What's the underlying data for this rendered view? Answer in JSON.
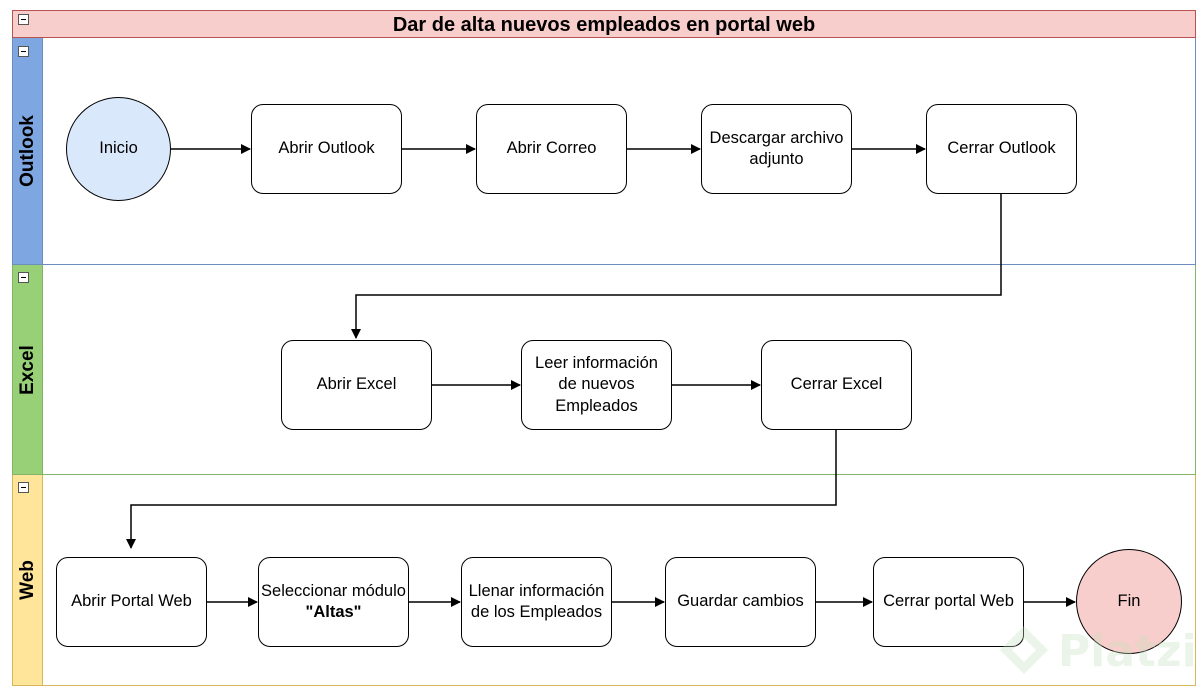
{
  "title": "Dar de alta nuevos empleados en portal web",
  "lanes": [
    {
      "id": "outlook",
      "label": "Outlook",
      "color": "#7ea6e0",
      "border": "#6c8ebf"
    },
    {
      "id": "excel",
      "label": "Excel",
      "color": "#97d077",
      "border": "#82b366"
    },
    {
      "id": "web",
      "label": "Web",
      "color": "#ffe599",
      "border": "#d6b656"
    }
  ],
  "nodes": {
    "inicio": "Inicio",
    "abrir_outlook": "Abrir Outlook",
    "abrir_correo": "Abrir Correo",
    "descargar": "Descargar archivo adjunto",
    "cerrar_outlook": "Cerrar Outlook",
    "abrir_excel": "Abrir Excel",
    "leer_info": "Leer información de nuevos Empleados",
    "cerrar_excel": "Cerrar Excel",
    "abrir_portal": "Abrir Portal Web",
    "seleccionar_prefix": "Seleccionar módulo ",
    "seleccionar_bold": "\"Altas\"",
    "llenar": "Llenar información de los Empleados",
    "guardar": "Guardar cambios",
    "cerrar_portal": "Cerrar portal Web",
    "fin": "Fin"
  },
  "edges": [
    [
      "inicio",
      "abrir_outlook"
    ],
    [
      "abrir_outlook",
      "abrir_correo"
    ],
    [
      "abrir_correo",
      "descargar"
    ],
    [
      "descargar",
      "cerrar_outlook"
    ],
    [
      "cerrar_outlook",
      "abrir_excel"
    ],
    [
      "abrir_excel",
      "leer_info"
    ],
    [
      "leer_info",
      "cerrar_excel"
    ],
    [
      "cerrar_excel",
      "abrir_portal"
    ],
    [
      "abrir_portal",
      "seleccionar"
    ],
    [
      "seleccionar",
      "llenar"
    ],
    [
      "llenar",
      "guardar"
    ],
    [
      "guardar",
      "cerrar_portal"
    ],
    [
      "cerrar_portal",
      "fin"
    ]
  ],
  "colors": {
    "start": "#dae8fc",
    "end": "#f8cecc",
    "title_bg": "#f8cecc"
  },
  "watermark": "Platzi"
}
